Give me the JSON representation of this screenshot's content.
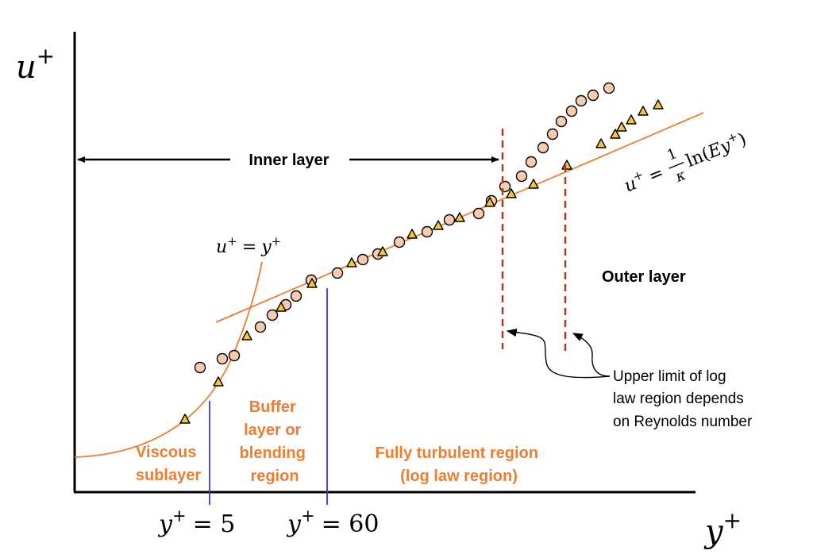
{
  "axes": {
    "y_label": {
      "base": "u",
      "sup": "+"
    },
    "x_label": {
      "base": "y",
      "sup": "+"
    }
  },
  "colors": {
    "axis": "#000000",
    "curve": "#ed7d31",
    "region_text": "#ed7d31",
    "marker_line": "#3b3bcc",
    "log_limit_line": "#a0401a",
    "circle_fill": "#f8cbad",
    "triangle_fill": "#f5c542"
  },
  "inner_layer_label": "Inner layer",
  "outer_layer_label": "Outer layer",
  "viscous_equation": {
    "lhs_base": "u",
    "lhs_sup": "+",
    "eq": "=",
    "rhs_base": "y",
    "rhs_sup": "+"
  },
  "log_law_equation": {
    "lhs_base": "u",
    "lhs_sup": "+",
    "eq": "=",
    "frac_num": "1",
    "frac_den": "κ",
    "ln_text": "ln(",
    "E": "E",
    "y": "y",
    "sup": "+",
    "close": ")"
  },
  "regions": {
    "viscous": [
      "Viscous",
      "sublayer"
    ],
    "buffer": [
      "Buffer",
      "layer or",
      "blending",
      "region"
    ],
    "fully_turbulent": [
      "Fully turbulent region",
      "(log law region)"
    ]
  },
  "markers": {
    "y5": {
      "base": "y",
      "sup": "+",
      "eq": "= 5"
    },
    "y60": {
      "base": "y",
      "sup": "+",
      "eq": "= 60"
    }
  },
  "note_lines": [
    "Upper limit of log",
    "law region depends",
    "on Reynolds number"
  ]
}
